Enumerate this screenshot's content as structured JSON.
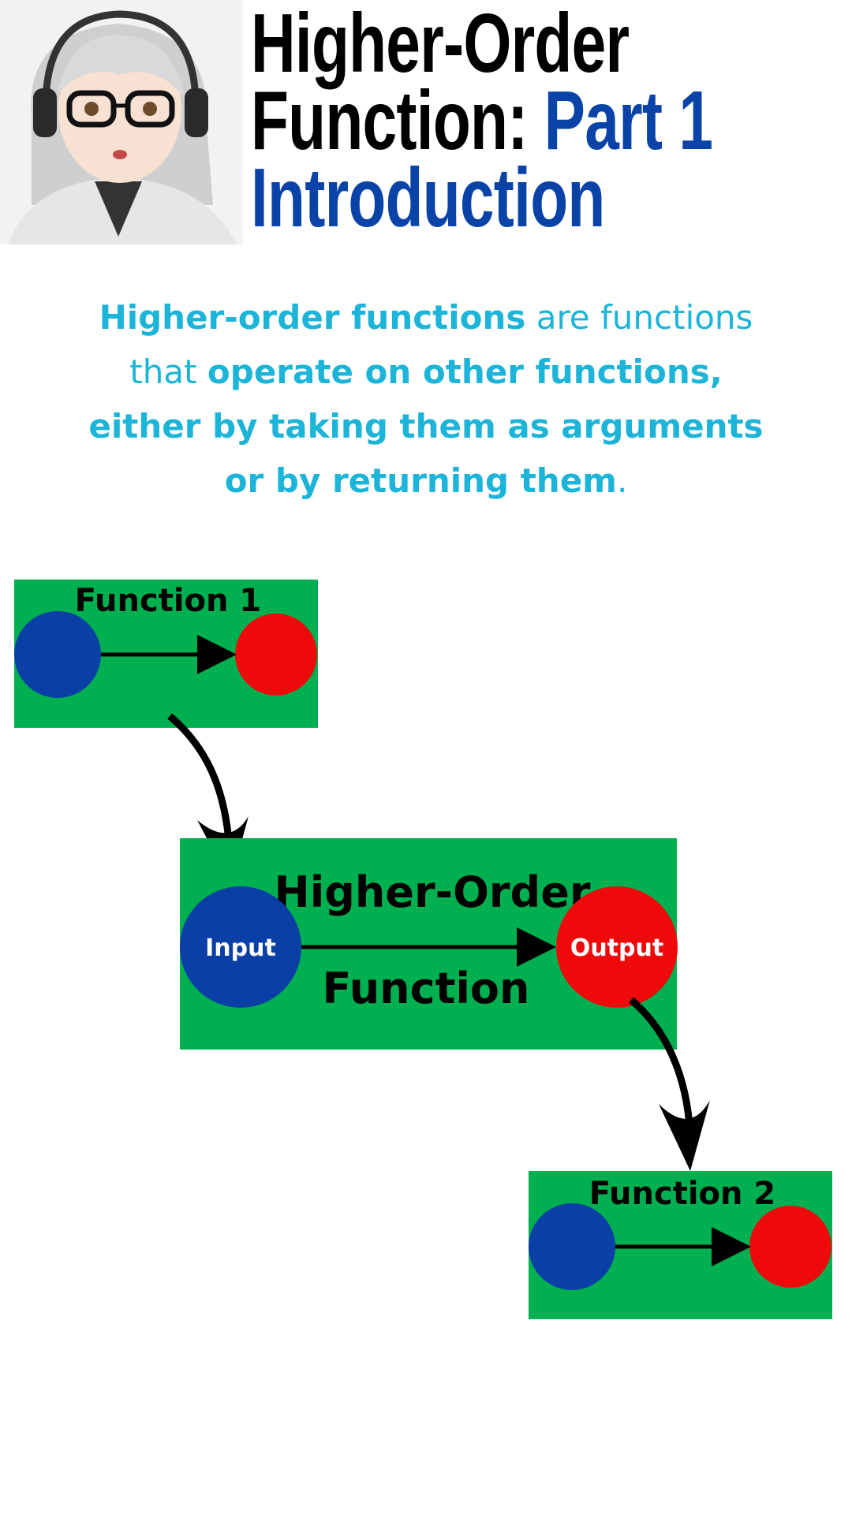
{
  "header": {
    "title_line1": "Higher-Order",
    "title_line2_a": "Function: ",
    "title_line2_b": "Part 1",
    "title_line3": "Introduction"
  },
  "description": {
    "s1": "Higher-order functions",
    "s2": " are functions",
    "s3": "that ",
    "s4": "operate on other functions,",
    "s5": "either by taking them as arguments",
    "s6": "or by returning them",
    "s7": "."
  },
  "diagram": {
    "function1_label": "Function 1",
    "hof_label_line1": "Higher-Order",
    "hof_label_line2": "Function",
    "input_label": "Input",
    "output_label": "Output",
    "function2_label": "Function 2"
  },
  "colors": {
    "box_green": "#00b050",
    "input_blue": "#0a3fa6",
    "output_red": "#ee0a0a",
    "title_blue": "#0a43a8",
    "desc_cyan": "#1cb4d8"
  }
}
